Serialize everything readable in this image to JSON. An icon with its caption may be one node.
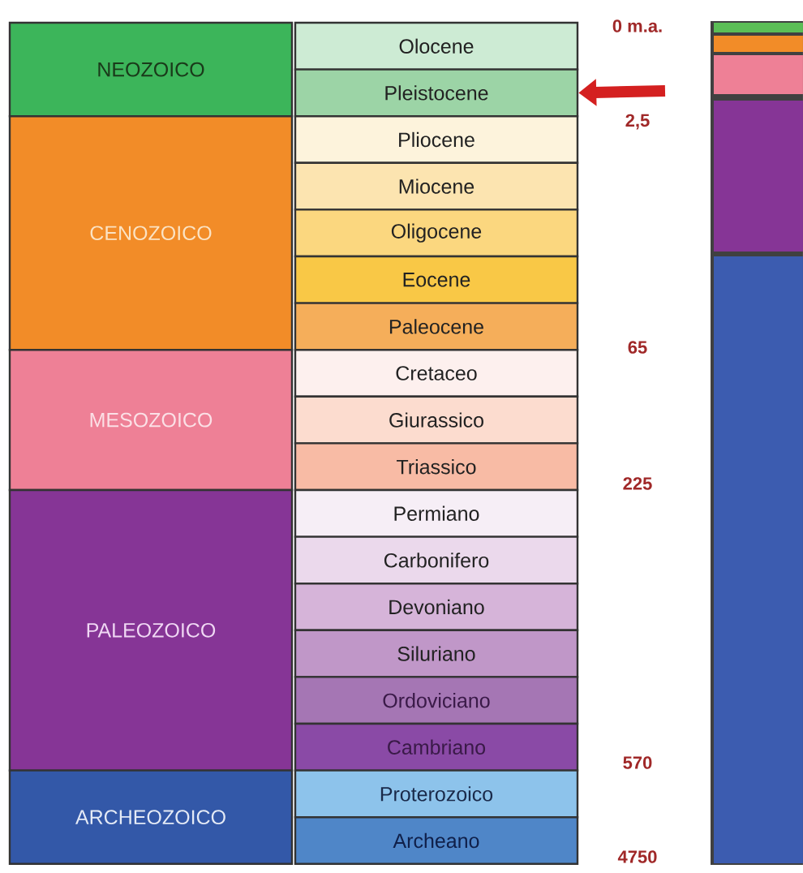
{
  "diagram": {
    "nodes": [
      {
        "text": [
          "NEOZOICO"
        ]
      },
      {
        "text": [
          "Olocene"
        ]
      },
      {
        "text": [
          "Pleistocene"
        ]
      },
      {
        "text": [
          "CENOZOICO"
        ]
      },
      {
        "text": [
          "Pliocene"
        ]
      },
      {
        "text": [
          "Miocene"
        ]
      },
      {
        "text": [
          "Oligocene"
        ]
      },
      {
        "text": [
          "Eocene"
        ]
      },
      {
        "text": [
          "Paleocene"
        ]
      },
      {
        "text": [
          "MESOZOICO"
        ]
      },
      {
        "text": [
          "Cretaceo"
        ]
      },
      {
        "text": [
          "Giurassico"
        ]
      },
      {
        "text": [
          "Triassico"
        ]
      },
      {
        "text": [
          "PALEOZOICO"
        ]
      },
      {
        "text": [
          "Permiano"
        ]
      },
      {
        "text": [
          "Carbonifero"
        ]
      },
      {
        "text": [
          "Devoniano"
        ]
      },
      {
        "text": [
          "Siluriano"
        ]
      },
      {
        "text": [
          "Ordoviciano"
        ]
      },
      {
        "text": [
          "Cambriano"
        ]
      },
      {
        "text": [
          "ARCHEOZOICO"
        ]
      },
      {
        "text": [
          "Proterozoico"
        ]
      },
      {
        "text": [
          "Archeano"
        ]
      }
    ],
    "edges": [
      {
        "from": null,
        "to": 2,
        "arrow": "to",
        "color": "#d42020"
      }
    ],
    "labels": [
      "0 m.a.",
      "2,5",
      "65",
      "225",
      "570",
      "4750"
    ]
  }
}
